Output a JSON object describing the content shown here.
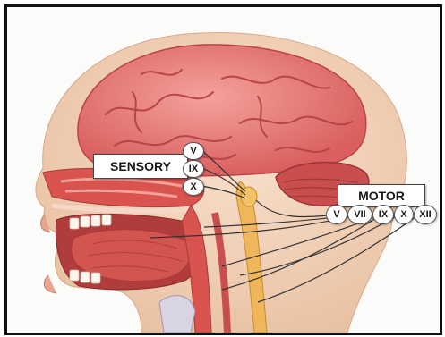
{
  "labels": {
    "sensory": "SENSORY",
    "motor": "MOTOR"
  },
  "sensory_nerves": [
    "V",
    "IX",
    "X"
  ],
  "motor_nerves": [
    "V",
    "VII",
    "IX",
    "X",
    "XII"
  ],
  "colors": {
    "skin": "#f3d2b8",
    "brain": "#e36f6c",
    "brain_fold": "#b84447",
    "tissue": "#d9534f",
    "nerve_line": "#333333",
    "spinal_cord": "#f0b75a"
  }
}
